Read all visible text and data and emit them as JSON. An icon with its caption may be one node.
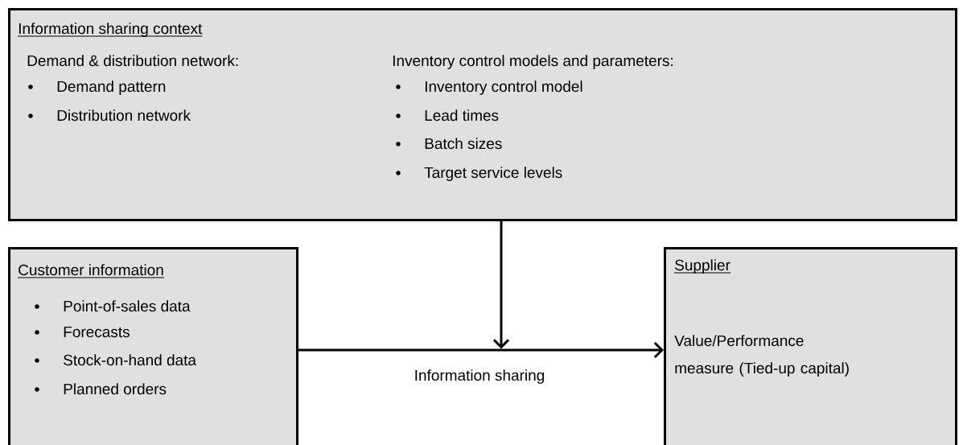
{
  "diagram": {
    "nodes": [
      {
        "text": [
          "Information sharing context",
          "Demand & distribution network:",
          "Demand pattern",
          "Distribution network",
          "Inventory control models and parameters:",
          "Inventory control model",
          "Lead times",
          "Batch sizes",
          "Target service levels"
        ]
      },
      {
        "text": [
          "Customer information",
          "Point-of-sales data",
          "Forecasts",
          "Stock-on-hand data",
          "Planned orders"
        ]
      },
      {
        "text": [
          "Supplier",
          "Value/Performance measure (Tied-up capital)"
        ]
      }
    ],
    "edges": [
      {
        "from": 1,
        "to": 2,
        "arrow": "to",
        "label": "Information sharing"
      },
      {
        "from": 0,
        "to": null,
        "arrow": "to"
      }
    ]
  }
}
